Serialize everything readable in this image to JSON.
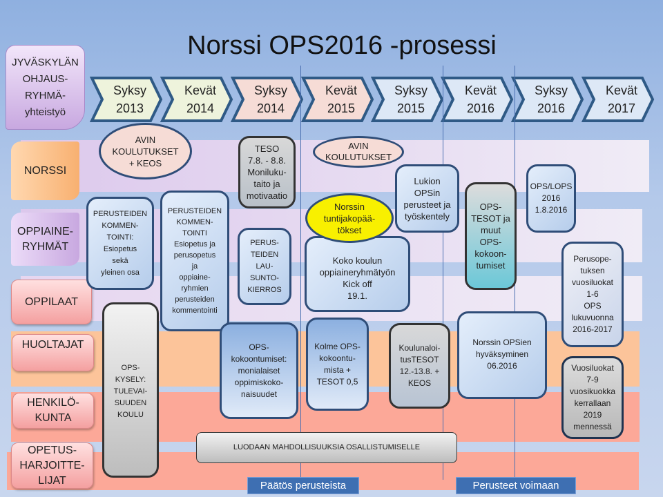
{
  "title": "Norssi OPS2016 -prosessi",
  "timeline": [
    {
      "label": "Syksy\n2013",
      "color": "#eef3dc"
    },
    {
      "label": "Kevät\n2014",
      "color": "#eef3dc"
    },
    {
      "label": "Syksy\n2014",
      "color": "#f6dcd6"
    },
    {
      "label": "Kevät\n2015",
      "color": "#f6dcd6"
    },
    {
      "label": "Syksy\n2015",
      "color": "#dde8f6"
    },
    {
      "label": "Kevät\n2016",
      "color": "#dde8f6"
    },
    {
      "label": "Syksy\n2016",
      "color": "#dde8f6"
    },
    {
      "label": "Kevät\n2017",
      "color": "#dde8f6"
    }
  ],
  "rows": {
    "ohjaus": "JYVÄSKYLÄN OHJAUS-RYHMÄ-yhteistyö",
    "norssi": "NORSSI",
    "oppiaine": "OPPIAINE-RYHMÄT",
    "oppilaat": "OPPILAAT",
    "huoltajat": "HUOLTAJAT",
    "henkilokunta": "HENKILÖ-KUNTA",
    "opetusharjoittelijat": "OPETUS-HARJOITTE-LIJAT"
  },
  "boxes": {
    "avin1": "AVIN\nKOULUTUKSET\n+ KEOS",
    "teso": "TESO\n7.8. - 8.8.\nMoniluku-\ntaito ja\nmotivaatio",
    "avin2": "AVIN\nKOULUTUKSET",
    "lukion": "Lukion\nOPSin\nperusteet ja\ntyöskentely",
    "opstesot": "OPS-\nTESOT ja\nmuut\nOPS-\nkokoon-\ntumiset",
    "opslops": "OPS/LOPS\n2016\n1.8.2016",
    "tuntijako": "Norssin\ntuntijakopää-\ntökset",
    "perusteiden1": "PERUSTEIDEN\nKOMMEN-\nTOINTI:\nEsiopetus\nsekä\nyleinen osa",
    "perusteiden2": "PERUSTEIDEN\nKOMMEN-\nTOINTI\nEsiopetus ja\nperusopetus\nja\noppiaine-\nryhmien\nperusteiden\nkommentointi",
    "lausunto": "PERUS-\nTEIDEN\nLAU-\nSUNTO-\nKIERROS",
    "kickoff": "Koko  koulun\noppiaineryhmätyön\nKick off\n19.1.",
    "perusopetus": "Perusope-\ntuksen\nvuosiluokat\n1-6\nOPS\nlukuvuonna\n2016-2017",
    "kysely": "OPS-\nKYSELY:\nTULEVAI-\nSUUDEN\nKOULU",
    "kokoontumiset": "OPS-\nkokoontumiset:\nmonialaiset\noppimiskoko-\nnaisuudet",
    "kolme": "Kolme OPS-\nkokoontu-\nmista +\nTESOT 0,5",
    "koulunaloitus": "Koulunaloi-\ntusTESOT\n12.-13.8. +\nKEOS",
    "hyvaksyminen": "Norssin OPSien\nhyväksyminen\n06.2016",
    "vuosiluokat79": "Vuosiluokat\n7-9\nvuosikuokka\nkerrallaan\n2019\nmennessä",
    "luodaan": "LUODAAN MAHDOLLISUUKSIA OSALLISTUMISELLE"
  },
  "milestones": {
    "paatos": "Päätös perusteista",
    "voimaan": "Perusteet voimaan"
  }
}
